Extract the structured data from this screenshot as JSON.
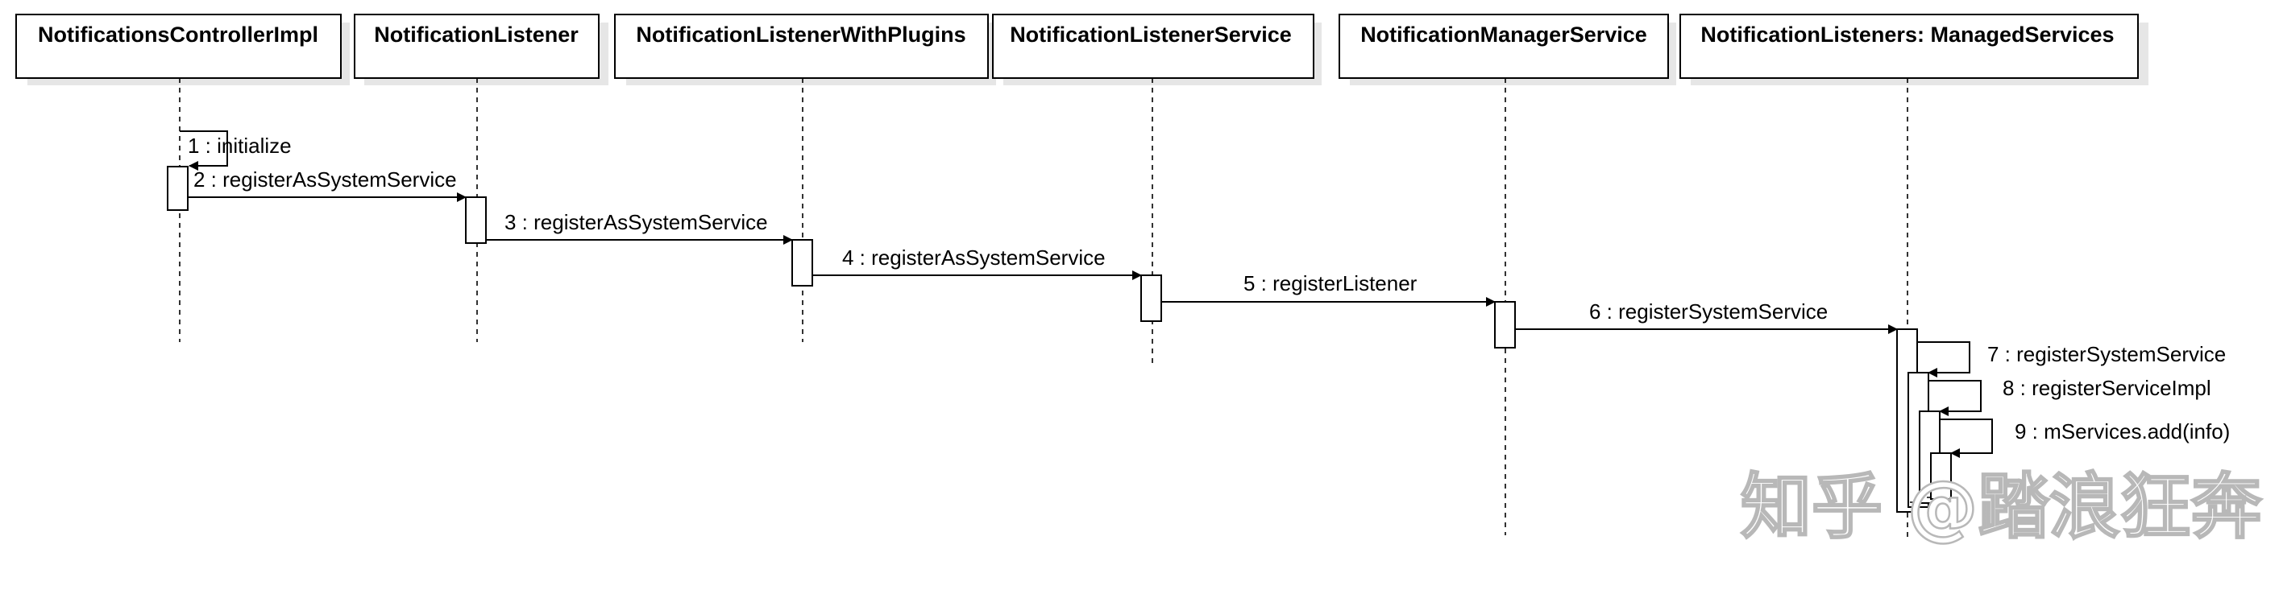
{
  "lifelines": [
    {
      "id": "controller",
      "label": "NotificationsControllerImpl"
    },
    {
      "id": "listener",
      "label": "NotificationListener"
    },
    {
      "id": "plugins",
      "label": "NotificationListenerWithPlugins"
    },
    {
      "id": "service",
      "label": "NotificationListenerService"
    },
    {
      "id": "manager",
      "label": "NotificationManagerService"
    },
    {
      "id": "managed",
      "label": "NotificationListeners: ManagedServices"
    }
  ],
  "messages": [
    {
      "label": "1 : initialize",
      "from": "controller",
      "to": "controller"
    },
    {
      "label": "2 : registerAsSystemService",
      "from": "controller",
      "to": "listener"
    },
    {
      "label": "3 : registerAsSystemService",
      "from": "listener",
      "to": "plugins"
    },
    {
      "label": "4 : registerAsSystemService",
      "from": "plugins",
      "to": "service"
    },
    {
      "label": "5 : registerListener",
      "from": "service",
      "to": "manager"
    },
    {
      "label": "6 : registerSystemService",
      "from": "manager",
      "to": "managed"
    },
    {
      "label": "7 : registerSystemService",
      "from": "managed",
      "to": "managed"
    },
    {
      "label": "8 : registerServiceImpl",
      "from": "managed",
      "to": "managed"
    },
    {
      "label": "9 : mServices.add(info)",
      "from": "managed",
      "to": "managed"
    }
  ],
  "watermark": "知乎 @踏浪狂奔"
}
